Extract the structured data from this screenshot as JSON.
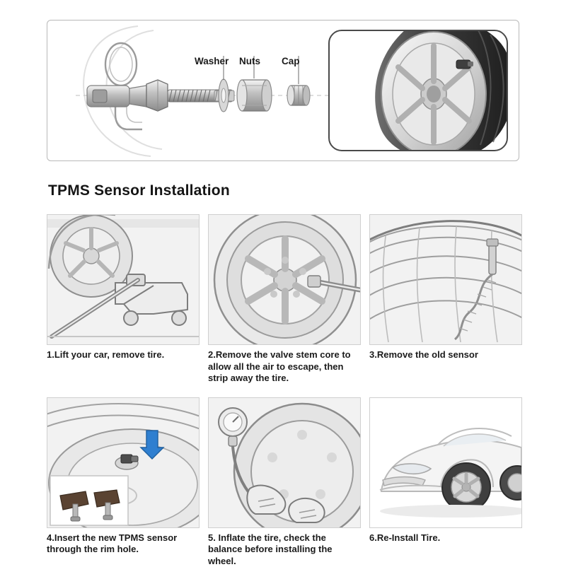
{
  "top_panel": {
    "labels": [
      {
        "id": "washer",
        "text": "Washer"
      },
      {
        "id": "nuts",
        "text": "Nuts"
      },
      {
        "id": "cap",
        "text": "Cap"
      }
    ]
  },
  "section": {
    "title": "TPMS Sensor Installation"
  },
  "steps": [
    {
      "num": "1",
      "caption": "1.Lift your car, remove tire.",
      "alt": "jack lifting car wheel"
    },
    {
      "num": "2",
      "caption": "2.Remove the valve stem core to allow all the air to escape, then strip away the tire.",
      "alt": "deflating tire at valve stem"
    },
    {
      "num": "3",
      "caption": "3.Remove the old sensor",
      "alt": "removing old sensor from rim"
    },
    {
      "num": "4",
      "caption": "4.Insert the new TPMS sensor through the rim hole.",
      "alt": "inserting new TPMS sensor into rim hole"
    },
    {
      "num": "5",
      "caption": "5. Inflate the tire, check the balance before installing the wheel.",
      "alt": "inflating tire and checking balance"
    },
    {
      "num": "6",
      "caption": "6.Re-Install Tire.",
      "alt": "re-installing tire on car"
    }
  ],
  "colors": {
    "panel_border": "#b9b9b9",
    "thumb_bg": "#f2f2f2",
    "thumb_border": "#cfcfcf",
    "line": "#6e6e6e",
    "text": "#1b1b1b",
    "accent_blue": "#2f7fd0",
    "sensor_dark": "#4a4a4a"
  }
}
